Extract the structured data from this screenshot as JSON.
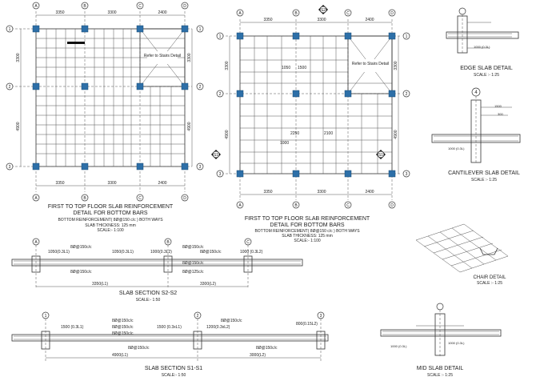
{
  "colors": {
    "column": "#2d6fa8",
    "line": "#333333",
    "background": "#ffffff"
  },
  "plan1": {
    "title1": "FIRST TO TOP FLOOR SLAB REINFORCEMENT",
    "title2": "DETAIL FOR BOTTOM BARS",
    "note": "BOTTOM REINFORCEMENT( 8Ø@150 c/c ) BOTH WAYS",
    "thickness": "SLAB THICKNESS: 125 mm",
    "scale": "SCALE:- 1:100",
    "dims_top": [
      "3350",
      "3300",
      "2400"
    ],
    "dims_side": [
      "3300",
      "4900"
    ],
    "grid_letters": [
      "A",
      "B",
      "C",
      "D"
    ],
    "grid_numbers": [
      "1",
      "2",
      "3"
    ],
    "stair_note": "Refer to Stairs Detail"
  },
  "plan2": {
    "title1": "FIRST TO TOP FLOOR SLAB REINFORCEMENT",
    "title2": "DETAIL FOR BOTTOM BARS",
    "note": "BOTTOM REINFORCEMENT( 8Ø@150 c/c ) BOTH WAYS",
    "thickness": "SLAB THICKNESS: 125 mm",
    "scale": "SCALE:- 1:100",
    "dims_top": [
      "3350",
      "3300",
      "2400"
    ],
    "dims_side": [
      "3300",
      "4900"
    ],
    "section_tag_top": "S2",
    "section_tag_side": "S1",
    "inner_dims": [
      "1050",
      "1500",
      "2250",
      "2100",
      "1000"
    ],
    "stair_note": "Refer to Stairs Detail"
  },
  "edge": {
    "title": "EDGE SLAB DETAIL",
    "scale": "SCALE :- 1:25",
    "dim": "1000 (0.3L)"
  },
  "cantilever": {
    "title": "CANTILEVER SLAB DETAIL",
    "scale": "SCALE :- 1:25",
    "grid": "4",
    "dims": [
      "1500",
      "300",
      "1000 (0.3L)"
    ]
  },
  "chair": {
    "title": "CHAIR DETAIL",
    "scale": "SCALE :- 1:25"
  },
  "mid": {
    "title": "MID SLAB DETAIL",
    "scale": "SCALE :- 1:25",
    "dims": [
      "1000 (0.3L)",
      "1000 (0.3L)"
    ]
  },
  "sectionS2": {
    "title": "SLAB SECTION S2-S2",
    "scale": "SCALE:- 1:50",
    "labels": [
      "1050(0.3L1)",
      "8Ø@150c/c",
      "1050(0.3L1)",
      "8Ø@150c/c",
      "1000(0.3L2)",
      "8Ø@150c/c",
      "1000 (0.3L2)",
      "8Ø@150c/c",
      "8Ø@125c/c",
      "8Ø@150c/c"
    ],
    "dims": [
      "3350(L1)",
      "3300(L2)"
    ],
    "grid": [
      "A",
      "B",
      "C"
    ]
  },
  "sectionS1": {
    "title": "SLAB SECTION S1-S1",
    "scale": "SCALE:- 1:50",
    "labels": [
      "1500 (0.3L1)",
      "8Ø@150c/c",
      "1500 (0.3xL1)",
      "8Ø@150c/c",
      "1200(0.3xL2)",
      "8Ø@150c/c",
      "8Ø@150c/c",
      "8Ø@150c/c",
      "8Ø@150c/c",
      "800(0.15L2)"
    ],
    "dims": [
      "4900(L1)",
      "3000(L2)"
    ],
    "grid": [
      "1",
      "2",
      "3"
    ]
  }
}
